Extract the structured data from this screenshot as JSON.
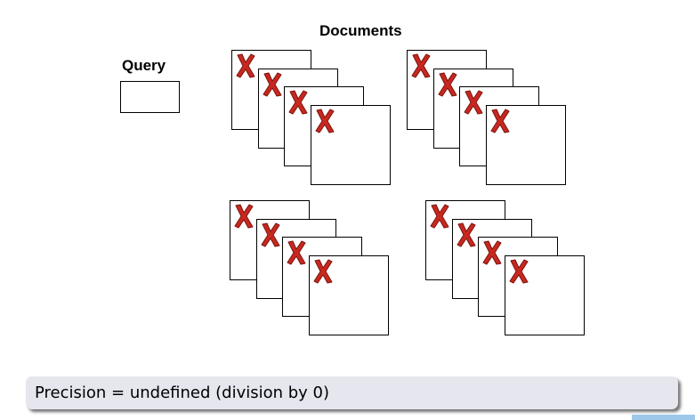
{
  "documents_label": "Documents",
  "query_label": "Query",
  "result_text": "Precision = undefined (division by 0)",
  "mark_icon": "red-x-icon",
  "colors": {
    "mark": "#c8281e",
    "result_bg": "#e6e6ef",
    "accent": "#9ec8ea"
  },
  "document_groups": [
    {
      "documents": [
        {
          "relevant": false
        },
        {
          "relevant": false
        },
        {
          "relevant": false
        },
        {
          "relevant": false
        }
      ]
    },
    {
      "documents": [
        {
          "relevant": false
        },
        {
          "relevant": false
        },
        {
          "relevant": false
        },
        {
          "relevant": false
        }
      ]
    },
    {
      "documents": [
        {
          "relevant": false
        },
        {
          "relevant": false
        },
        {
          "relevant": false
        },
        {
          "relevant": false
        }
      ]
    },
    {
      "documents": [
        {
          "relevant": false
        },
        {
          "relevant": false
        },
        {
          "relevant": false
        },
        {
          "relevant": false
        }
      ]
    }
  ]
}
